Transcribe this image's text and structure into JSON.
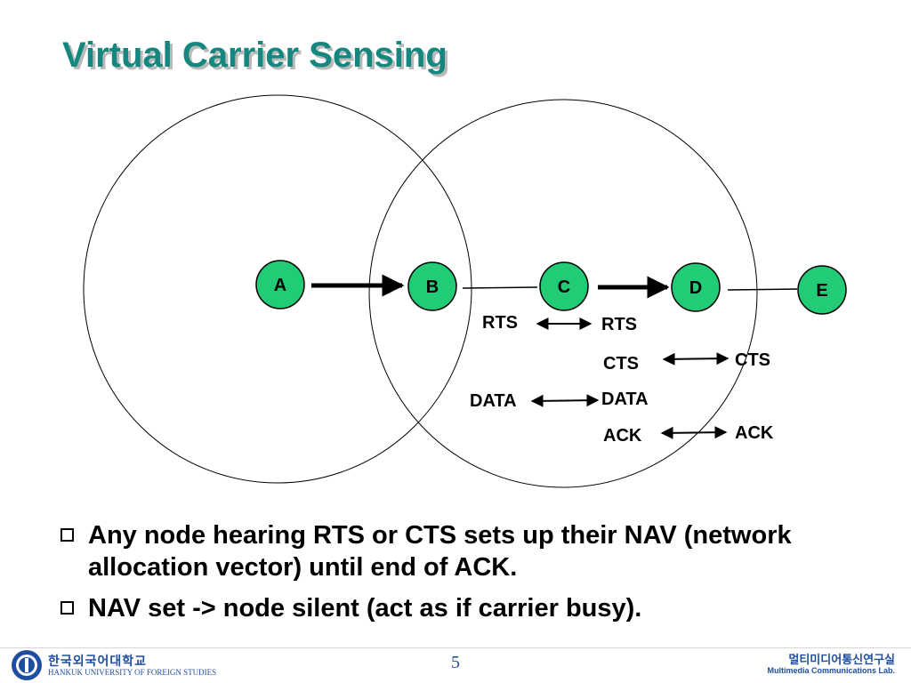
{
  "slide": {
    "title": "Virtual Carrier Sensing",
    "page_number": "5"
  },
  "diagram": {
    "nodes": [
      "A",
      "B",
      "C",
      "D",
      "E"
    ],
    "node_color": "#22CC77",
    "messages": {
      "b_rts": "RTS",
      "c_rts": "RTS",
      "c_cts": "CTS",
      "d_cts": "CTS",
      "b_data": "DATA",
      "c_data": "DATA",
      "c_ack": "ACK",
      "d_ack": "ACK"
    }
  },
  "bullets": [
    "Any node hearing RTS or CTS sets up their NAV (network allocation vector) until end of ACK.",
    "NAV set -> node silent (act as if carrier busy)."
  ],
  "footer": {
    "university_kr": "한국외국어대학교",
    "university_en": "HANKUK UNIVERSITY OF FOREIGN STUDIES",
    "lab_kr": "멀티미디어통신연구실",
    "lab_en": "Multimedia Communications Lab.",
    "brand_color": "#1f4ea0"
  }
}
